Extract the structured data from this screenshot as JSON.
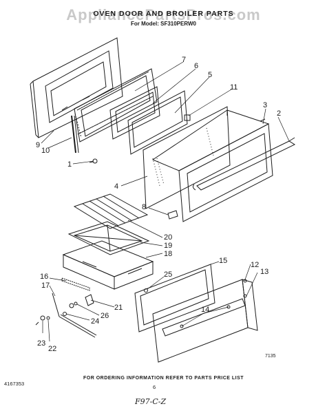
{
  "header": {
    "watermark": "AppliancePartsPros.com",
    "title": "OVEN DOOR AND BROILER PARTS",
    "model": "For Model: SF310PERW0"
  },
  "callouts": [
    "7",
    "6",
    "5",
    "11",
    "3",
    "2",
    "9",
    "10",
    "1",
    "4",
    "8",
    "20",
    "19",
    "18",
    "16",
    "17",
    "25",
    "15",
    "12",
    "13",
    "21",
    "26",
    "24",
    "14",
    "23",
    "22"
  ],
  "footer": {
    "figure_code": "7135",
    "document_number": "4167353",
    "ordering_note": "FOR ORDERING INFORMATION REFER TO PARTS PRICE LIST",
    "page_number": "6",
    "handwritten": "F97-C-Z"
  }
}
